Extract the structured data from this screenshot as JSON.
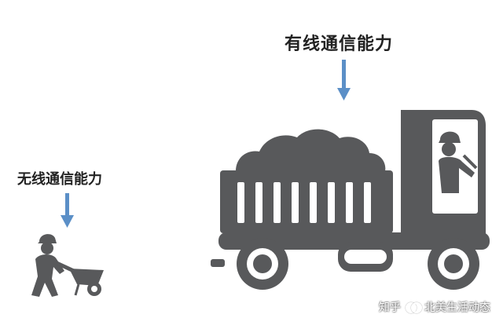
{
  "labels": {
    "wired": "有线通信能力",
    "wireless": "无线通信能力"
  },
  "watermark": {
    "platform": "知乎",
    "account": "北美生活动态"
  },
  "icons": {
    "truck": "truck-icon",
    "wheelbarrow_worker": "wheelbarrow-worker-icon",
    "arrow": "arrow-down-icon"
  },
  "colors": {
    "arrow": "#5b8fc7",
    "vehicle": "#58595b",
    "text": "#222222"
  }
}
